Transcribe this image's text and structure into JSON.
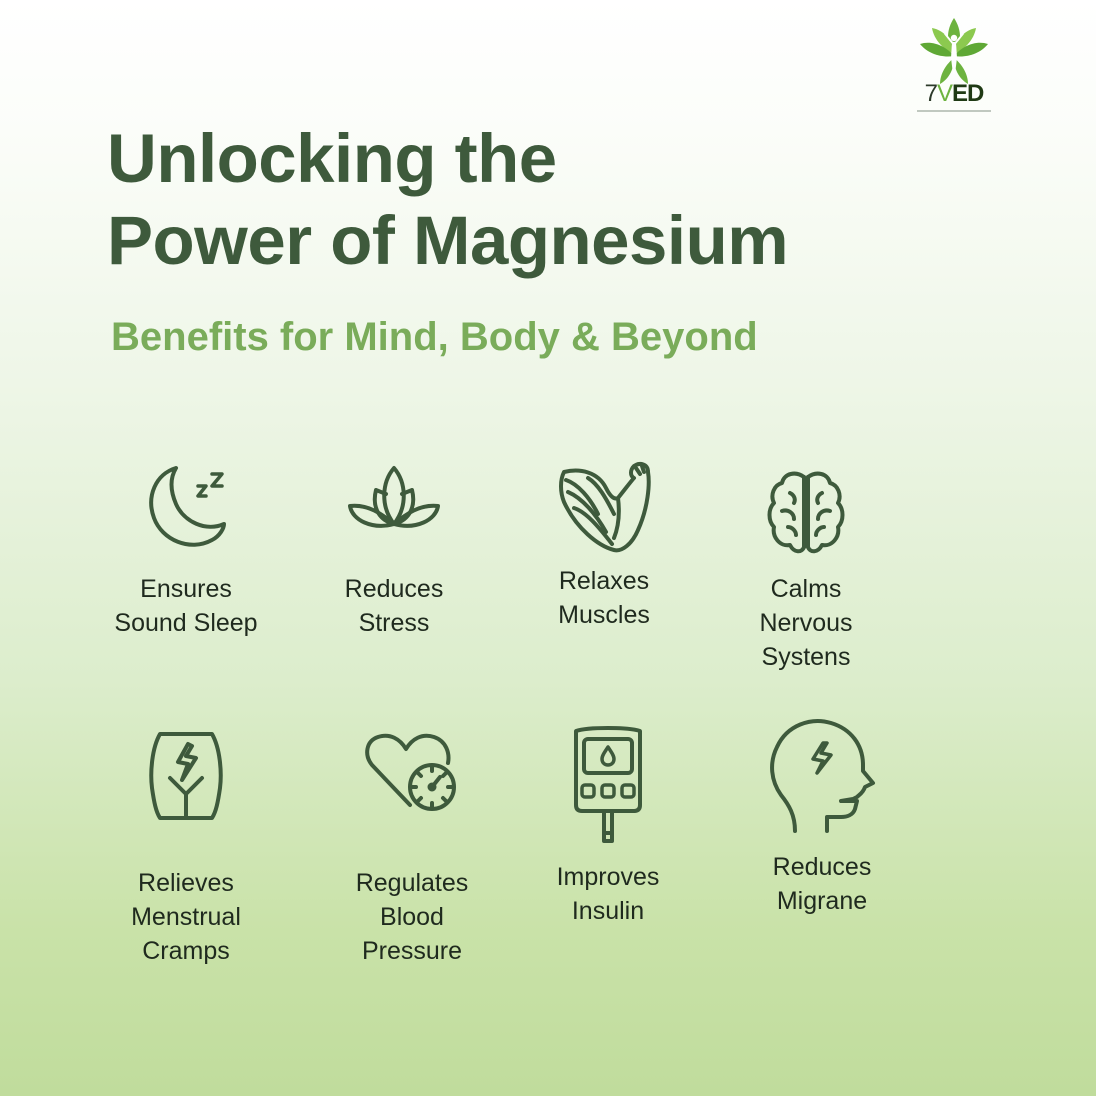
{
  "brand": {
    "logo_text_prefix": "7",
    "logo_text_v": "V",
    "logo_text_suffix": "ED",
    "logo_icon": "leaf-person-icon",
    "colors": {
      "leaf": "#6db33f",
      "text": "#1f3a14"
    }
  },
  "header": {
    "title_line1": "Unlocking the",
    "title_line2": "Power of Magnesium",
    "subtitle": "Benefits for Mind, Body & Beyond"
  },
  "colors": {
    "title": "#3e5a3c",
    "subtitle": "#7aac5a",
    "icon_stroke": "#3e5a3c",
    "label": "#1f2a1e",
    "bg_top": "#ffffff",
    "bg_bottom": "#c0dc9c"
  },
  "benefits": [
    {
      "icon": "moon-sleep-icon",
      "lines": [
        "Ensures",
        "Sound Sleep"
      ]
    },
    {
      "icon": "lotus-icon",
      "lines": [
        "Reduces",
        "Stress"
      ]
    },
    {
      "icon": "flexed-arm-muscle-icon",
      "lines": [
        "Relaxes",
        "Muscles"
      ]
    },
    {
      "icon": "brain-icon",
      "lines": [
        "Calms",
        "Nervous",
        "Systens"
      ]
    },
    {
      "icon": "uterus-lightning-icon",
      "lines": [
        "Relieves",
        "Menstrual",
        "Cramps"
      ]
    },
    {
      "icon": "heart-gauge-icon",
      "lines": [
        "Regulates",
        "Blood",
        "Pressure"
      ]
    },
    {
      "icon": "glucose-meter-icon",
      "lines": [
        "Improves",
        "Insulin"
      ]
    },
    {
      "icon": "head-lightning-icon",
      "lines": [
        "Reduces",
        "Migrane"
      ]
    }
  ]
}
